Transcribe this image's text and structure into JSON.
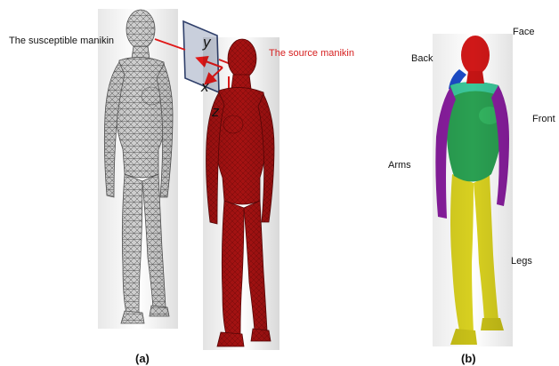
{
  "panel_a": {
    "label": "(a)",
    "susceptible_label": "The susceptible manikin",
    "source_label": "The source manikin",
    "axes": {
      "y": "y",
      "x": "x",
      "z": "z"
    }
  },
  "panel_b": {
    "label": "(b)",
    "regions": {
      "face": "Face",
      "back": "Back",
      "front": "Front",
      "arms": "Arms",
      "legs": "Legs"
    }
  },
  "colors": {
    "susceptible": "#c7c7c7",
    "source": "#a01010",
    "face": "#d01818",
    "front": "#2aa052",
    "back": "#1c4cc8",
    "arms": "#8a1ea0",
    "legs": "#d8d020",
    "arrow": "#e01818",
    "plane": "#c9cfdc"
  }
}
